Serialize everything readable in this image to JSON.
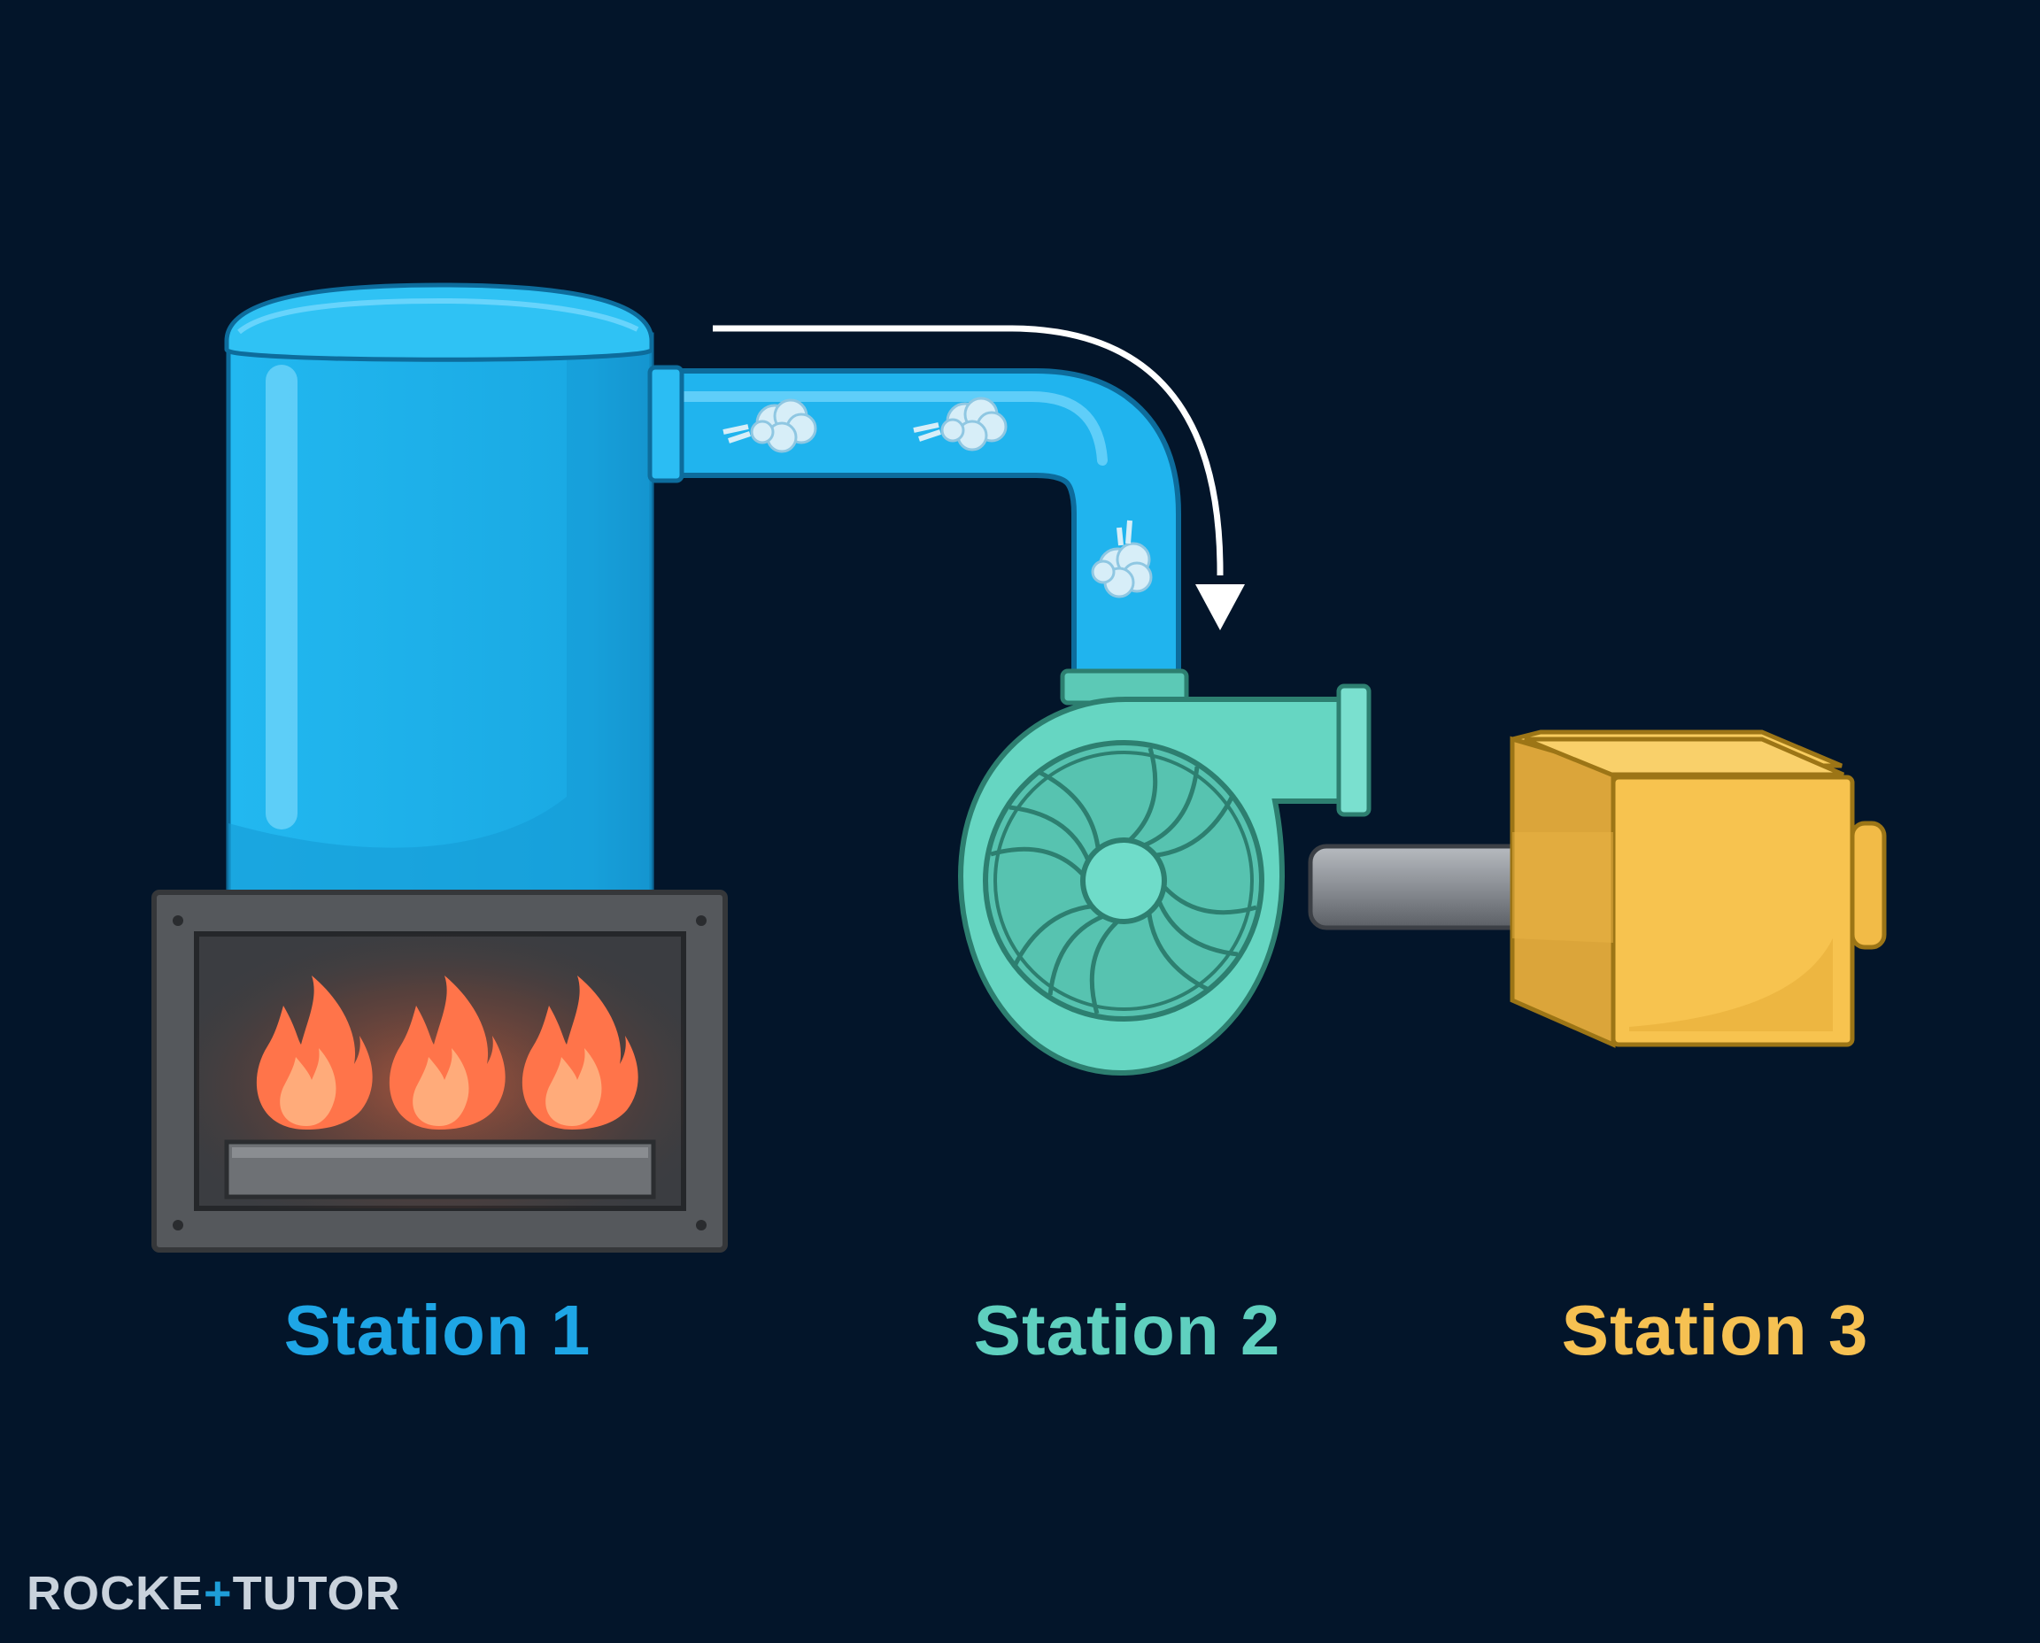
{
  "stations": [
    {
      "label": "Station 1",
      "color": "#1ea6e6"
    },
    {
      "label": "Station 2",
      "color": "#5fd0bf"
    },
    {
      "label": "Station 3",
      "color": "#f6c152"
    }
  ],
  "brand": {
    "part1": "ROCKE",
    "plus": "+",
    "part2": "TUTOR"
  },
  "colors": {
    "background": "#03152a",
    "boiler": "#1cb6ef",
    "turbine": "#66d6c2",
    "generator": "#f6c152",
    "firebox": "#5a5d60",
    "flame": "#ff7a4a",
    "shaft": "#8f9399",
    "flow-arrow": "#ffffff"
  },
  "icons": {
    "boiler": "boiler-tank-icon",
    "fire": "flame-icon",
    "pipe": "steam-pipe-icon",
    "turbine": "turbine-icon",
    "generator": "generator-box-icon",
    "arrow": "flow-arrow-icon"
  }
}
